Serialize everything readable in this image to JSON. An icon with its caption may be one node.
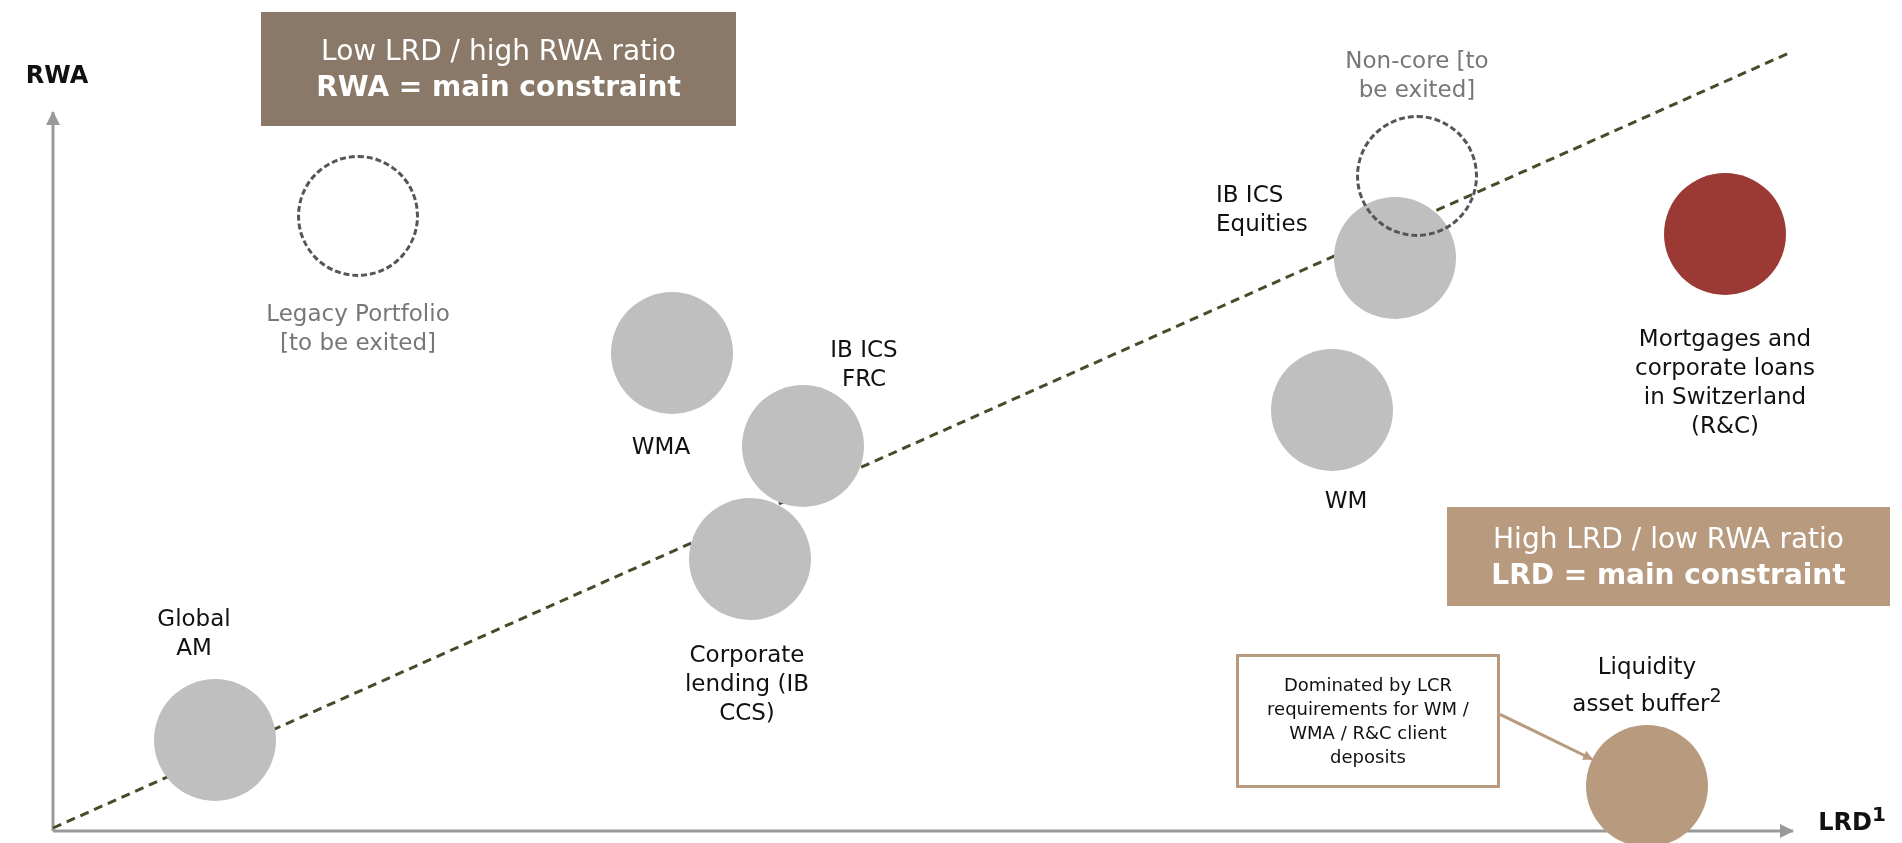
{
  "diagram": {
    "nodes": [
      {
        "text": [
          "Low LRD / high RWA ratio",
          "RWA = main constraint"
        ]
      },
      {
        "text": [],
        "shape": "circle",
        "beside": [
          "Legacy Portfolio [to be exited]"
        ]
      },
      {
        "text": [],
        "shape": "circle",
        "beside": [
          "Non-core [to be exited]"
        ]
      },
      {
        "text": [],
        "shape": "circle",
        "beside": [
          "IB ICS Equities"
        ]
      },
      {
        "text": [],
        "shape": "circle",
        "beside": [
          "Mortgages and corporate loans in Switzerland (R&C)"
        ]
      },
      {
        "text": [],
        "shape": "circle",
        "beside": [
          "WMA"
        ]
      },
      {
        "text": [],
        "shape": "circle",
        "beside": [
          "IB ICS FRC"
        ]
      },
      {
        "text": [],
        "shape": "circle",
        "beside": [
          "WM"
        ]
      },
      {
        "text": [
          "High LRD / low RWA ratio",
          "LRD = main constraint"
        ]
      },
      {
        "text": [],
        "shape": "circle",
        "beside": [
          "Global AM"
        ]
      },
      {
        "text": [],
        "shape": "circle",
        "beside": [
          "Corporate lending (IB CCS)"
        ]
      },
      {
        "text": [
          "Dominated by LCR requirements for WM / WMA / R&C client deposits"
        ]
      },
      {
        "text": [],
        "shape": "circle",
        "beside": [
          "Liquidity asset buffer$^{2}$"
        ]
      }
    ],
    "edges": [
      {
        "from": 11,
        "to": 12,
        "arrow": "to"
      }
    ],
    "labels": [
      "RWA",
      "LRD$^{1}$"
    ]
  }
}
